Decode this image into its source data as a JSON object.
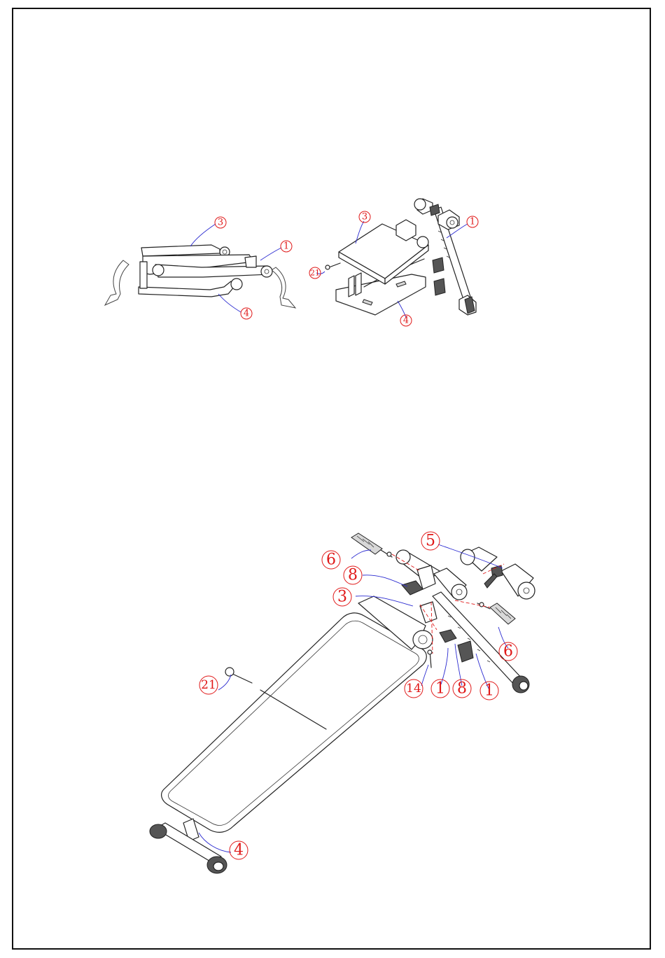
{
  "figures": {
    "fold_view": {
      "callouts": [
        "3",
        "1",
        "4"
      ]
    },
    "folded_view": {
      "callouts": [
        "3",
        "1",
        "21",
        "4"
      ]
    },
    "assembly_view": {
      "callouts": [
        "5",
        "6",
        "8",
        "3",
        "21",
        "14",
        "1",
        "8",
        "1",
        "6",
        "4"
      ]
    }
  }
}
